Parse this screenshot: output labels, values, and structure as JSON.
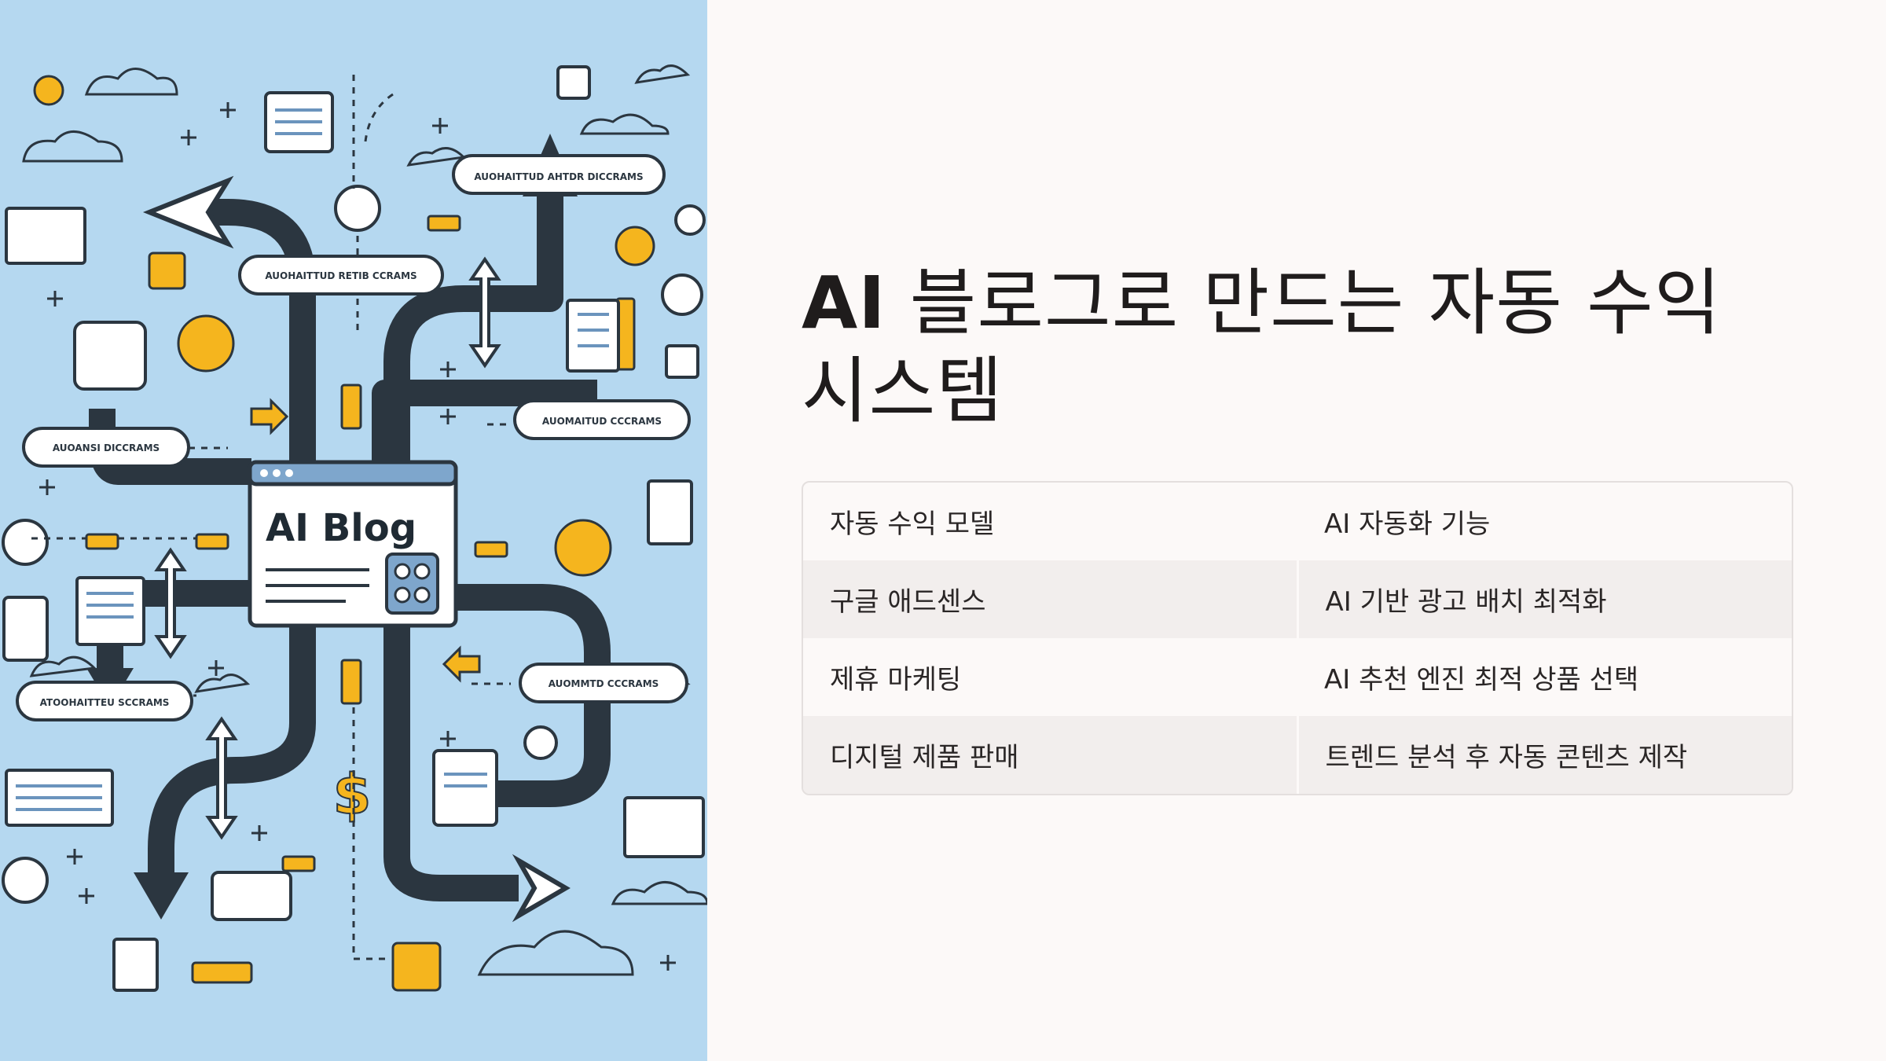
{
  "illustration": {
    "center_label": "AI Blog",
    "bubbles": [
      "AUOHAITTUD AHTDR DICCRAMS",
      "AUOHAITTUD RETIB CCRAMS",
      "AUOANSI DICCRAMS",
      "AUOMAITUD CCCRAMS",
      "AUOMMTD CCCRAMS",
      "ATOOHAITTEU SCCRAMS"
    ],
    "dollar": "$"
  },
  "title": {
    "ai": "AI",
    "rest": " 블로그로 만드는 자동 수익 시스템"
  },
  "table": {
    "header": [
      "자동 수익 모델",
      "AI 자동화 기능"
    ],
    "rows": [
      [
        "구글 애드센스",
        "AI 기반 광고 배치 최적화"
      ],
      [
        "제휴 마케팅",
        "AI 추천 엔진 최적 상품 선택"
      ],
      [
        "디지털 제품 판매",
        "트렌드 분석 후 자동 콘텐츠 제작"
      ]
    ]
  },
  "colors": {
    "illustration_bg": "#b5d8f0",
    "page_bg": "#fcf9f8",
    "road": "#2b3640",
    "accent_yellow": "#f5b51e",
    "text": "#1f1c1c"
  }
}
